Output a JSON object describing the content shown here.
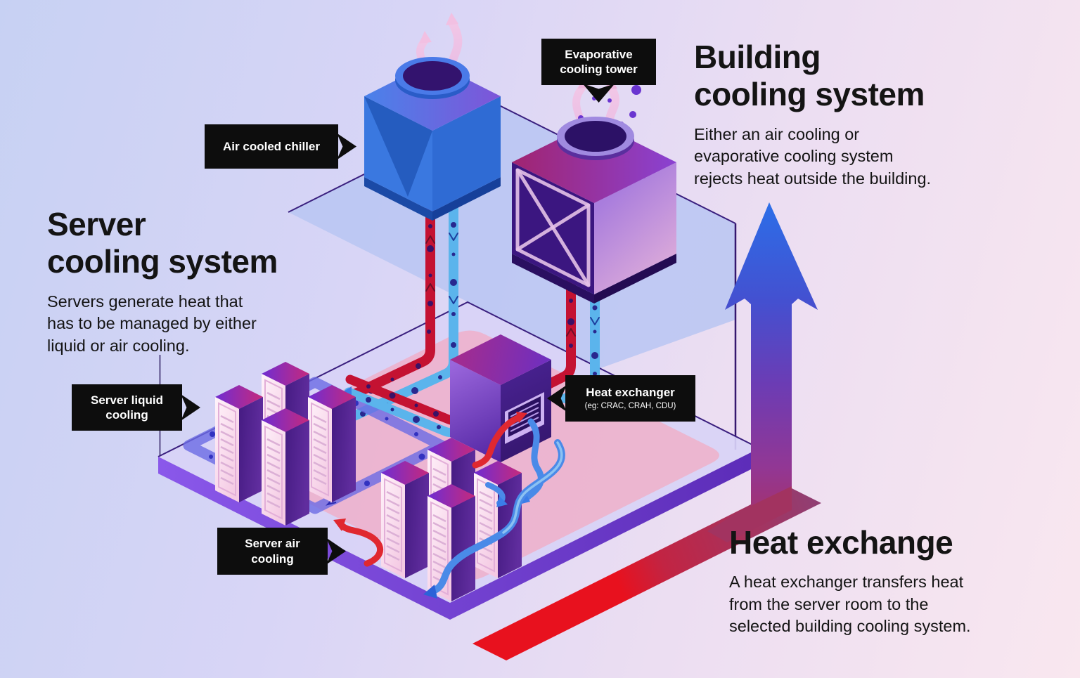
{
  "sections": {
    "server_cooling": {
      "heading_line1": "Server",
      "heading_line2": "cooling system",
      "body_lines": [
        "Servers generate heat that",
        "has to be managed by either",
        "liquid or air cooling."
      ]
    },
    "building_cooling": {
      "heading_line1": "Building",
      "heading_line2": "cooling system",
      "body_lines": [
        "Either an air cooling or",
        "evaporative cooling system",
        "rejects heat outside the building."
      ]
    },
    "heat_exchange": {
      "heading": "Heat exchange",
      "body_lines": [
        "A heat exchanger transfers heat",
        "from the server room to the",
        "selected building cooling system."
      ]
    }
  },
  "callouts": {
    "evaporative_cooling_tower": {
      "label": "Evaporative cooling tower"
    },
    "air_cooled_chiller": {
      "label": "Air cooled chiller"
    },
    "server_liquid_cooling": {
      "label": "Server liquid cooling"
    },
    "server_air_cooling": {
      "label": "Server air cooling"
    },
    "heat_exchanger": {
      "label": "Heat exchanger",
      "sublabel": "(eg: CRAC, CRAH, CDU)"
    }
  },
  "diagram": {
    "components": [
      "air-cooled-chiller",
      "evaporative-cooling-tower",
      "heat-exchanger",
      "server-racks-liquid-cooled",
      "server-racks-air-cooled",
      "hot-water-pipe",
      "cold-water-pipe",
      "hot-air-flow",
      "cold-air-flow",
      "heat-rejection-arrow",
      "server-room-floor"
    ]
  },
  "palette": {
    "background_top_left": "#c7d1f3",
    "background_bottom_right": "#f9e7ef",
    "callout_bg": "#0d0d0d",
    "callout_text": "#ffffff",
    "heading_color": "#141414",
    "hot_color": "#d81126",
    "cold_color": "#56aee8",
    "chiller_color": "#2f6fd8",
    "tower_color": "#8a3fd0",
    "heat_exchanger_color": "#45208c",
    "rack_front_color": "#f8dcee",
    "floor_pink": "#eeb3c9",
    "floor_edge_purple": "#7a48d8",
    "red_strip": "#e20c1c",
    "heat_arrow_top": "#2e6fe8",
    "heat_arrow_bottom": "#b5294e"
  }
}
